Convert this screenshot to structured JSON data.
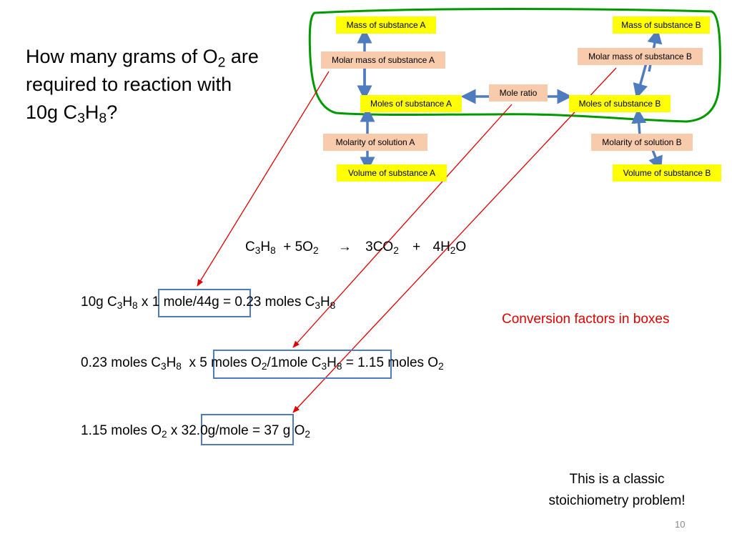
{
  "question": {
    "line1_a": "How many grams of O",
    "line1_sub": "2",
    "line1_b": " are",
    "line2": "required to reaction with",
    "line3_a": "10g C",
    "line3_sub1": "3",
    "line3_b": "H",
    "line3_sub2": "8",
    "line3_c": "?"
  },
  "diagram": {
    "mass_a": "Mass of substance A",
    "mass_b": "Mass of substance B",
    "molar_mass_a": "Molar mass of substance A",
    "molar_mass_b": "Molar mass of substance B",
    "moles_a": "Moles of substance A",
    "moles_b": "Moles of substance B",
    "mole_ratio": "Mole ratio",
    "molarity_a": "Molarity of solution A",
    "molarity_b": "Molarity of solution B",
    "volume_a": "Volume of substance A",
    "volume_b": "Volume of substance B"
  },
  "reaction": {
    "t1": "C",
    "s1": "3",
    "t2": "H",
    "s2": "8",
    "t3": "  + 5O",
    "s3": "2",
    "arrow": "→",
    "t4": "3CO",
    "s4": "2",
    "plus": "+",
    "t5": "4H",
    "s5": "2",
    "t6": "O"
  },
  "step1": {
    "pre_a": "10g C",
    "pre_s1": "3",
    "pre_b": "H",
    "pre_s2": "8",
    "pre_c": " x ",
    "factor": "1 mole/44g",
    "post_a": " = 0.23 moles C",
    "post_s1": "3",
    "post_b": "H",
    "post_s2": "8"
  },
  "step2": {
    "pre_a": "0.23 moles C",
    "pre_s1": "3",
    "pre_b": "H",
    "pre_s2": "8",
    "pre_c": "  x ",
    "factor_a": "5 moles O",
    "factor_s1": "2",
    "factor_b": "/1mole C",
    "factor_s2": "3",
    "factor_c": "H",
    "factor_s3": "8",
    "post_a": " = 1.15 moles O",
    "post_s1": "2"
  },
  "step3": {
    "pre_a": "1.15 moles O",
    "pre_s1": "2",
    "pre_b": " x ",
    "factor": "32.0g/mole",
    "post_a": " = 37 g O",
    "post_s1": "2"
  },
  "conversion_note": "Conversion factors in boxes",
  "classic_note": {
    "line1": "This is a classic",
    "line2": "stoichiometry problem!"
  },
  "page_number": "10",
  "colors": {
    "yellow_box": "#ffff00",
    "peach_box": "#f8cbad",
    "blue_arrow": "#4f7bbf",
    "green_outline": "#009900",
    "red_arrow": "#e00000",
    "red_text": "#e00000"
  }
}
